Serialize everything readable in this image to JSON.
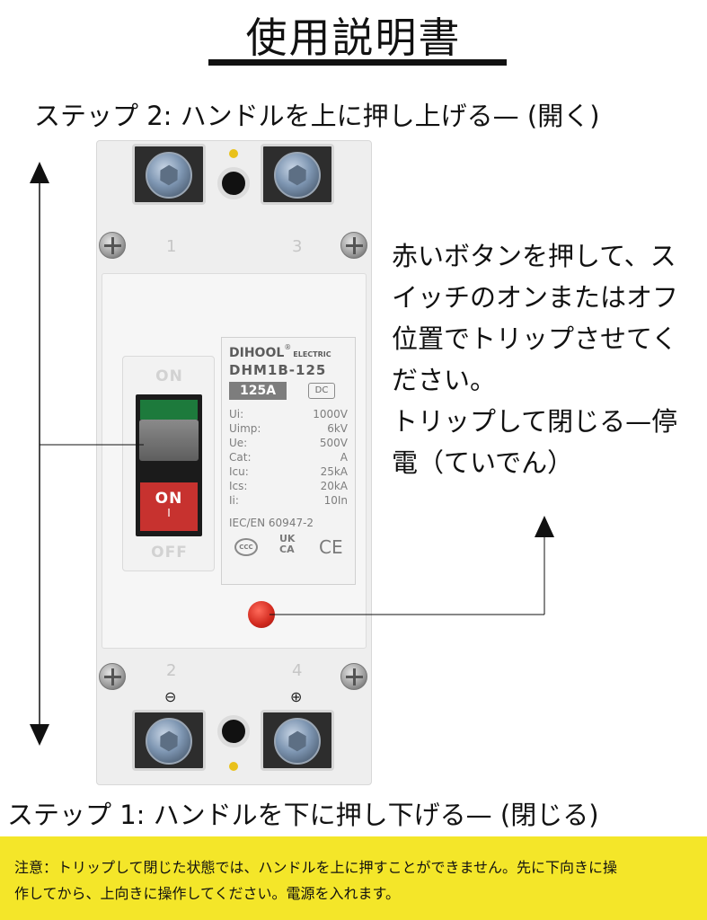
{
  "title": "使用説明書",
  "step_top": "ステップ 2: ハンドルを上に押し上げる— (開く)",
  "step_bottom": "ステップ 1: ハンドルを下に押し下げる— (閉じる)",
  "instruction": {
    "lines": [
      "赤いボタンを押して、ス",
      "イッチのオンまたはオフ",
      "位置でトリップさせてく",
      "ださい。",
      "トリップして閉じる—停",
      "電（ていでん）"
    ]
  },
  "note": {
    "lines": [
      "注意：トリップして閉じた状態では、ハンドルを上に押すことができません。先に下向きに操",
      "作してから、上向きに操作してください。電源を入れます。"
    ]
  },
  "breaker": {
    "terminal_labels": [
      "1",
      "3",
      "2",
      "4"
    ],
    "pole_minus": "⊖",
    "pole_plus": "⊕",
    "handle_top": "ON",
    "handle_bottom": "OFF",
    "handle_on_text": "ON",
    "handle_on_mark": "I",
    "brand": "DIHOOL",
    "brand_reg": "®",
    "brand_sub": "ELECTRIC",
    "model": "DHM1B-125",
    "rating": "125A",
    "current_type": "DC",
    "specs": [
      {
        "k": "Ui:",
        "v": "1000V"
      },
      {
        "k": "Uimp:",
        "v": "6kV"
      },
      {
        "k": "Ue:",
        "v": "500V"
      },
      {
        "k": "Cat:",
        "v": "A"
      },
      {
        "k": "Icu:",
        "v": "25kA"
      },
      {
        "k": "Ics:",
        "v": "20kA"
      },
      {
        "k": "Ii:",
        "v": "10In"
      }
    ],
    "standard": "IEC/EN 60947-2",
    "mark_ccc": "CCC",
    "mark_ukca": "UK CA",
    "mark_ce": "CE"
  },
  "colors": {
    "note_bg": "#f4e629",
    "trip_button": "#d0281d",
    "handle_on_bg": "#c7322f",
    "handle_green": "#1d7a3c"
  }
}
